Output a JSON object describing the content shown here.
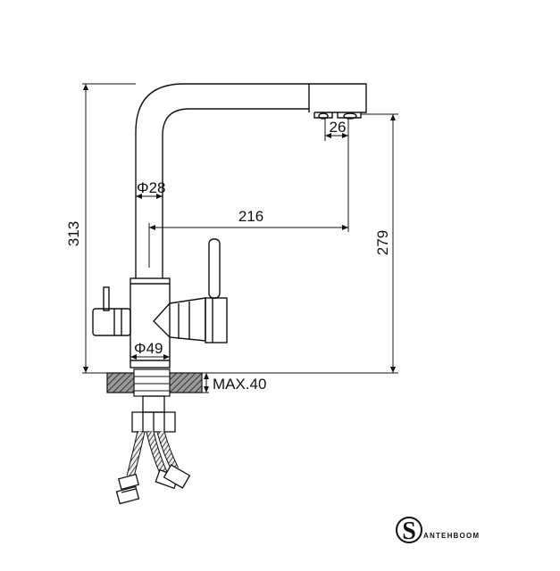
{
  "dimensions": {
    "height_total": "313",
    "height_spout": "279",
    "reach": "216",
    "outlet": "26",
    "spout_diameter": "Φ28",
    "body_diameter": "Φ49",
    "deck_thickness": "MAX.40"
  },
  "brand": {
    "logo_letter": "S",
    "name": "ANTEHBOOM"
  },
  "colors": {
    "line": "#111111",
    "hatch": "#555555",
    "background": "#ffffff"
  }
}
